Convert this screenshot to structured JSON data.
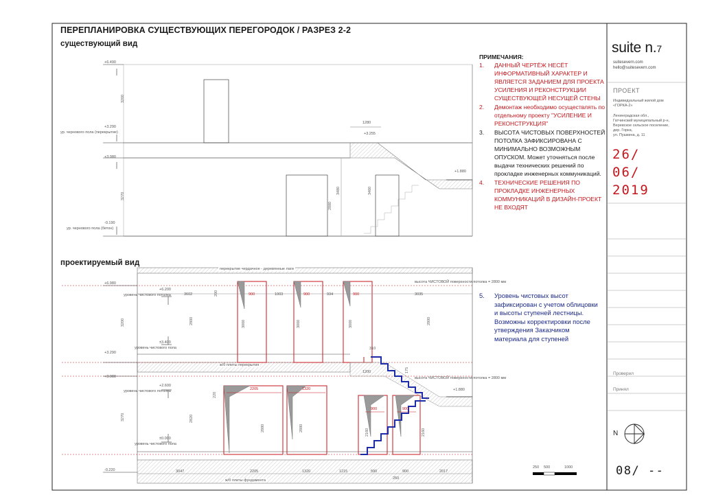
{
  "sheet": {
    "title": "ПЕРЕПЛАНИРОВКА СУЩЕСТВУЮЩИХ ПЕРЕГОРОДОК / РАЗРЕЗ 2-2",
    "existing_label": "существующий вид",
    "proposed_label": "проектируемый вид"
  },
  "notes": {
    "heading": "ПРИМЕЧАНИЯ:",
    "items": [
      {
        "num": "1.",
        "text": "ДАННЫЙ ЧЕРТЁЖ НЕСЁТ ИНФОРМАТИВНЫЙ ХАРАКТЕР И ЯВЛЯЕТСЯ ЗАДАНИЕМ ДЛЯ ПРОЕКТА УСИЛЕНИЯ И РЕКОНСТРУКЦИИ СУЩЕСТВУЮЩЕЙ НЕСУЩЕЙ СТЕНЫ"
      },
      {
        "num": "2.",
        "text": "Демонтаж необходимо осуществлять по отдельному проекту \"УСИЛЕНИЕ И РЕКОНСТРУКЦИЯ\""
      },
      {
        "num": "3.",
        "text": "ВЫСОТА ЧИСТОВЫХ ПОВЕРХНОСТЕЙ ПОТОЛКА ЗАФИКСИРОВАНА С МИНИМАЛЬНО ВОЗМОЖНЫМ ОПУСКОМ. Может уточняться после выдачи технических решений по прокладке инженерных коммуникаций."
      },
      {
        "num": "4.",
        "text": "ТЕХНИЧЕСКИЕ РЕШЕНИЯ ПО ПРОКЛАДКЕ ИНЖЕНЕРНЫХ КОММУНИКАЦИЙ В ДИЗАЙН-ПРОЕКТ НЕ ВХОДЯТ"
      }
    ],
    "note5_num": "5.",
    "note5_text": "Уровень чистовых высот зафиксирован с учетом облицовки и высоты ступеней лестницы. Возможны корректировки после утверждения Заказчиком материала для ступеней"
  },
  "stamp": {
    "logo_main": "suite n.",
    "logo_sup": "7",
    "site_1": "suitesevern.com",
    "site_2": "hello@suitesevern.com",
    "section": "ПРОЕКТ",
    "project_1": "Индивидуальный жилой дом",
    "project_2": "«ГОРКА-2»",
    "addr_1": "Ленинградская обл.,",
    "addr_2": "Гатчинский муниципальный р-н,",
    "addr_3": "Веревское сельское поселение,",
    "addr_4": "дер. Горка,",
    "addr_5": "ул. Пушкина, д. 11",
    "date_1": "26/",
    "date_2": "06/",
    "date_3": "2019",
    "verified": "Проверил",
    "accepted": "Принял",
    "north": "N",
    "sheet_no": "08/ --"
  },
  "labels": {
    "lvl_e1": "+6.490",
    "lvl_e2": "+3.290",
    "lvl_e2_note": "ур. чернового пола (перекрытие)",
    "lvl_e3": "+3.080",
    "lvl_e4": "-0.190",
    "lvl_e4_note": "ур. чернового пола (бетон)",
    "lvl_stair_top": "+3.255",
    "lvl_stair_mid": "+1.880",
    "dim_e_h1": "3200",
    "dim_e_h2": "3270",
    "dim_e_1280": "1280",
    "dim_e_2880": "2880",
    "dim_e_3480": "3480",
    "dim_e_3460": "3460",
    "lvl_p1": "+6.980",
    "lvl_p_top": "+6.200",
    "lvl_p_top_note": "уровень чистового потолка",
    "lvl_p_ff": "±3.400",
    "lvl_p_ff_note": "уровень чистового пола",
    "lvl_p2": "+3.290",
    "lvl_p3": "+3.080",
    "lvl_p_c2": "+2.600",
    "lvl_p_c2_note": "уровень чистового потолка",
    "lvl_p_ff2": "±0.000",
    "lvl_p_ff2_note": "уровень чистового пола",
    "lvl_p4": "-0.220",
    "roof_note": "перекрытие чердачное - деревянные лаги",
    "slab_note": "ж/б плиты перекрытия",
    "found_note": "ж/б плиты фундамента",
    "ceil_note_1": "высота ЧИСТОВОЙ поверхности потолка = 2800 мм",
    "ceil_note_2": "высота ЧИСТОВОЙ поверхности потолка = 2800 мм",
    "d_3602": "3602",
    "d_900a": "900",
    "d_1003": "1003",
    "d_900b": "900",
    "d_934": "934",
    "d_900c": "900",
    "d_3035": "3035",
    "d_3000a": "3000",
    "d_3000b": "3000",
    "d_3000c": "3000",
    "d_2800a": "2800",
    "d_3200": "3200",
    "d_200": "200",
    "d_310": "310",
    "d_175": "175",
    "d_1200": "1200",
    "d_2205": "2205",
    "d_1320": "1320",
    "d_2880a": "2880",
    "d_2880b": "2880",
    "d_900d": "900",
    "d_900e": "900",
    "d_2160a": "2160",
    "d_2160b": "2160",
    "d_2820": "2820",
    "d_3270": "3270",
    "d_220": "220",
    "lvl_p_stair": "+1.880",
    "b_3047": "3047",
    "b_2205": "2205",
    "b_1320": "1320",
    "b_1215": "1215",
    "b_590": "590",
    "b_900": "900",
    "b_2017": "2017",
    "b_250": "250",
    "scale_250": "250",
    "scale_500": "500",
    "scale_1000": "1000"
  }
}
